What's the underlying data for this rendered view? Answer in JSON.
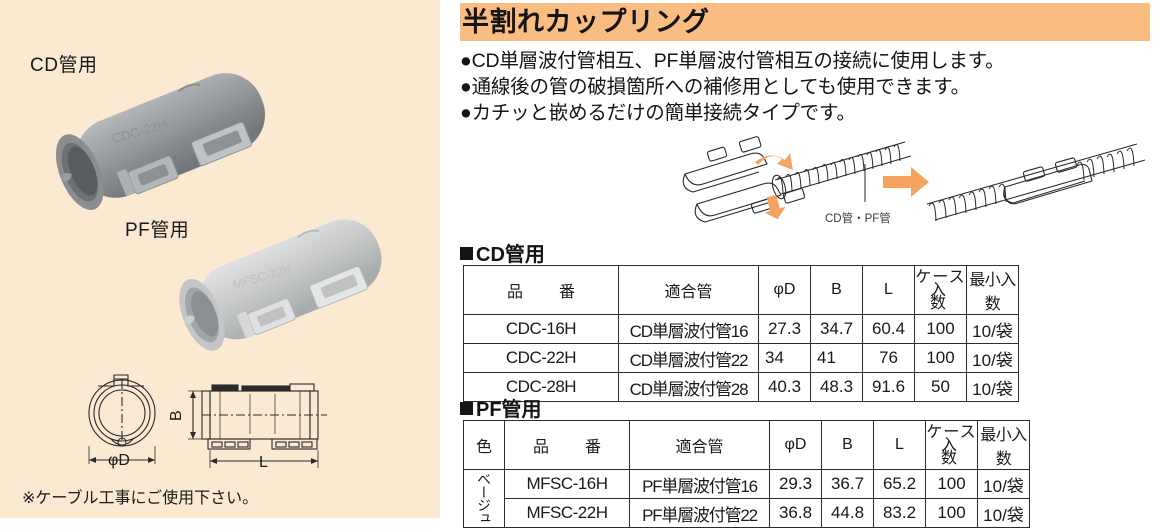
{
  "left_panel": {
    "product_labels": [
      {
        "name": "cd-pipe",
        "text": "CD管用"
      },
      {
        "name": "pf-pipe",
        "text": "PF管用"
      }
    ],
    "drawing": {
      "dim_diameter": "φD",
      "dim_b": "B",
      "dim_l": "L"
    },
    "footnote": "※ケーブル工事にご使用下さい。"
  },
  "header": {
    "title": "半割れカップリング",
    "bar_color": "#f9bc81"
  },
  "features": [
    "●CD単層波付管相互、PF単層波付管相互の接続に使用します。",
    "●通線後の管の破損箇所への補修用としても使用できます。",
    "●カチッと嵌めるだけの簡単接続タイプです。"
  ],
  "install_diagram": {
    "caption": "CD管・PF管",
    "arrow_color": "#f4a460"
  },
  "sections": {
    "cd": {
      "heading": "CD管用",
      "table": {
        "columns": [
          "品　番",
          "適合管",
          "φD",
          "B",
          "L",
          "ケース入数",
          "最小入数"
        ],
        "case_head_line1": "ケース",
        "case_head_line2": "入　数",
        "rows": [
          {
            "part_no": "CDC-16H",
            "fit_pipe": "CD単層波付管16",
            "phi_d": "27.3",
            "b": "34.7",
            "l": "60.4",
            "case_qty": "100",
            "min_qty": "10/袋"
          },
          {
            "part_no": "CDC-22H",
            "fit_pipe": "CD単層波付管22",
            "phi_d": "34",
            "b": "41",
            "l": "76",
            "case_qty": "100",
            "min_qty": "10/袋"
          },
          {
            "part_no": "CDC-28H",
            "fit_pipe": "CD単層波付管28",
            "phi_d": "40.3",
            "b": "48.3",
            "l": "91.6",
            "case_qty": "50",
            "min_qty": "10/袋"
          }
        ]
      }
    },
    "pf": {
      "heading": "PF管用",
      "table": {
        "columns": [
          "色",
          "品　番",
          "適合管",
          "φD",
          "B",
          "L",
          "ケース入数",
          "最小入数"
        ],
        "case_head_line1": "ケース",
        "case_head_line2": "入　数",
        "color_value": "ベージュ",
        "rows": [
          {
            "part_no": "MFSC-16H",
            "fit_pipe": "PF単層波付管16",
            "phi_d": "29.3",
            "b": "36.7",
            "l": "65.2",
            "case_qty": "100",
            "min_qty": "10/袋"
          },
          {
            "part_no": "MFSC-22H",
            "fit_pipe": "PF単層波付管22",
            "phi_d": "36.8",
            "b": "44.8",
            "l": "83.2",
            "case_qty": "100",
            "min_qty": "10/袋"
          }
        ]
      }
    }
  }
}
